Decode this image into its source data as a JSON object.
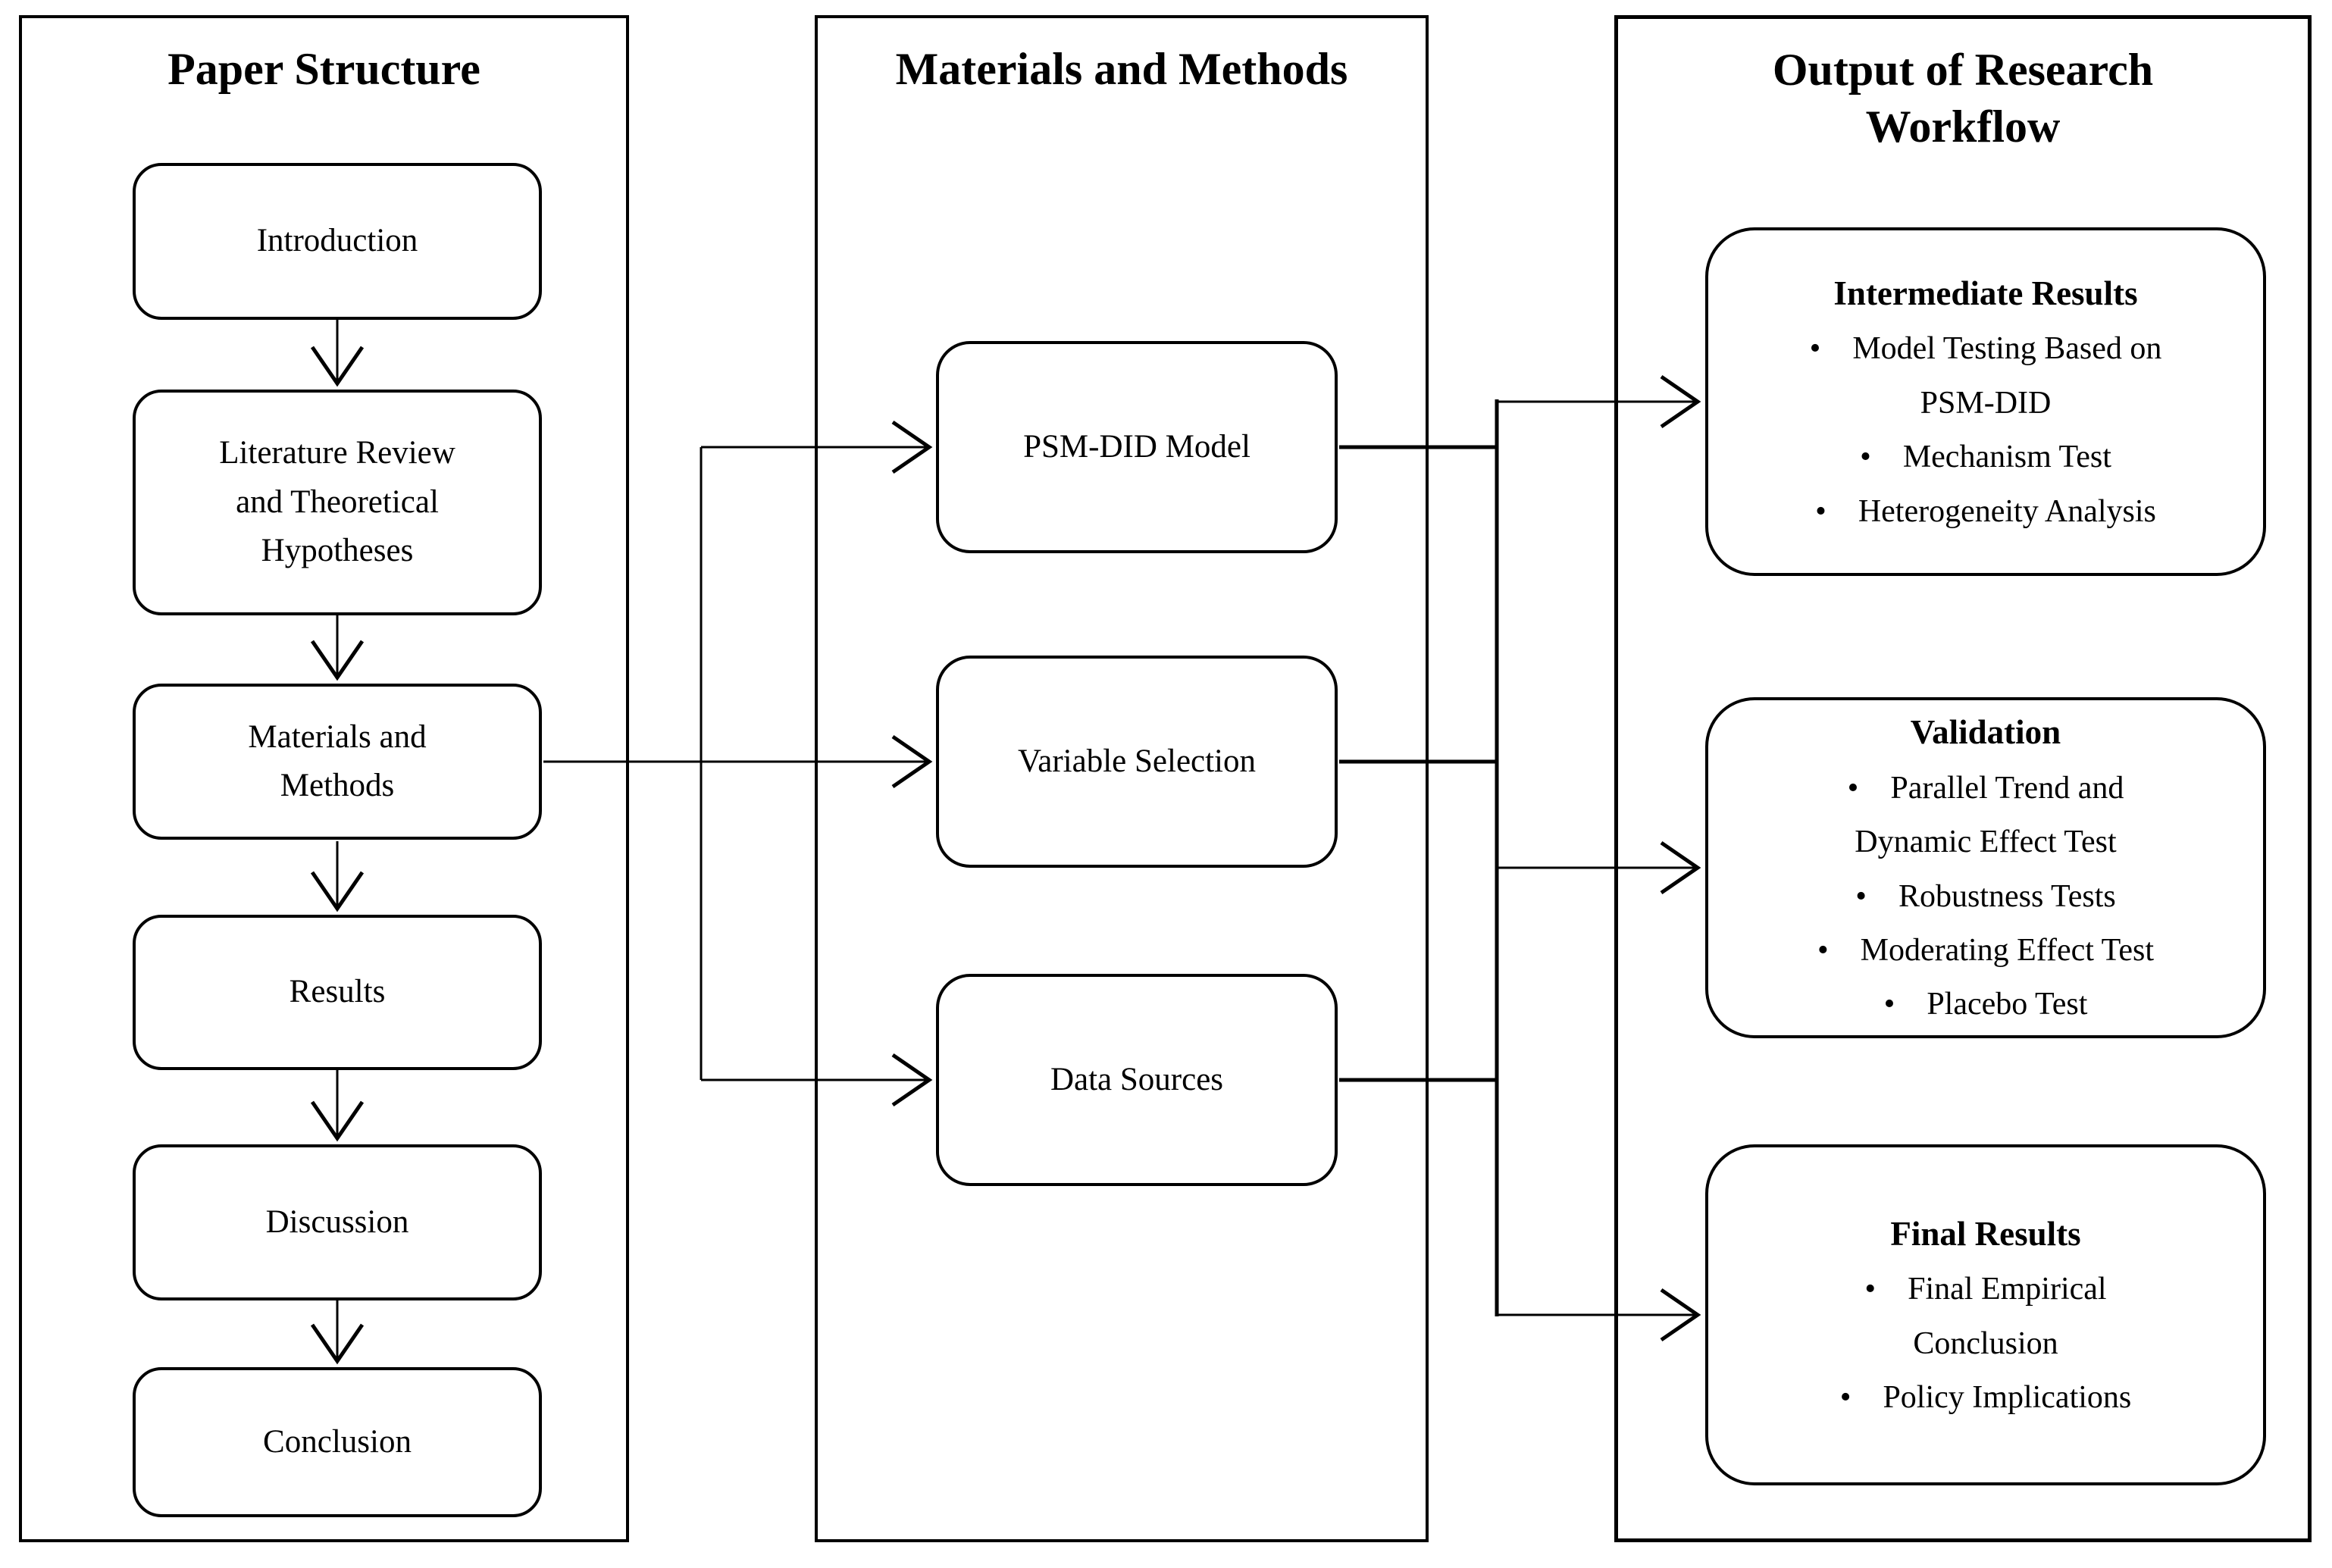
{
  "titles": {
    "left": "Paper Structure",
    "middle": "Materials and Methods",
    "right_line1": "Output of Research",
    "right_line2": "Workflow"
  },
  "left_column": {
    "boxes": [
      {
        "lines": [
          "Introduction"
        ]
      },
      {
        "lines": [
          "Literature Review",
          "and Theoretical",
          "Hypotheses"
        ]
      },
      {
        "lines": [
          "Materials and",
          "Methods"
        ]
      },
      {
        "lines": [
          "Results"
        ]
      },
      {
        "lines": [
          "Discussion"
        ]
      },
      {
        "lines": [
          "Conclusion"
        ]
      }
    ]
  },
  "middle_column": {
    "boxes": [
      {
        "label": "PSM-DID Model"
      },
      {
        "label": "Variable Selection"
      },
      {
        "label": "Data Sources"
      }
    ]
  },
  "right_column": {
    "boxes": [
      {
        "header": "Intermediate Results",
        "lines": [
          {
            "bullet": true,
            "text": "Model Testing Based on"
          },
          {
            "bullet": false,
            "text": "PSM-DID"
          },
          {
            "bullet": true,
            "text": "Mechanism Test"
          },
          {
            "bullet": true,
            "text": "Heterogeneity Analysis"
          }
        ]
      },
      {
        "header": "Validation",
        "lines": [
          {
            "bullet": true,
            "text": "Parallel Trend and"
          },
          {
            "bullet": false,
            "text": "Dynamic Effect Test"
          },
          {
            "bullet": true,
            "text": "Robustness Tests"
          },
          {
            "bullet": true,
            "text": "Moderating Effect Test"
          },
          {
            "bullet": true,
            "text": "Placebo Test"
          }
        ]
      },
      {
        "header": "Final Results",
        "lines": [
          {
            "bullet": true,
            "text": "Final Empirical"
          },
          {
            "bullet": false,
            "text": "Conclusion"
          },
          {
            "bullet": true,
            "text": "Policy Implications"
          }
        ]
      }
    ]
  },
  "bullet_char": "•",
  "colors": {
    "line": "#000000",
    "background": "#ffffff",
    "box_background": "#ffffff"
  }
}
